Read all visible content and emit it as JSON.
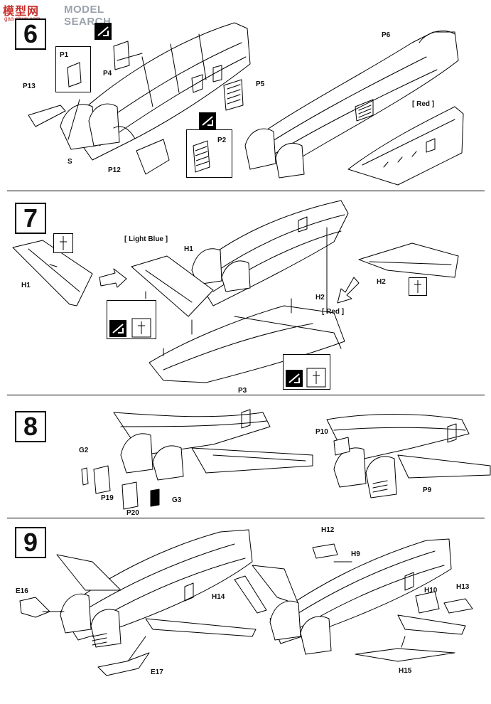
{
  "watermark": {
    "logo": "模型网",
    "text": "MODEL SEARCH",
    "url": "gaa-shun.com"
  },
  "steps": [
    {
      "number": "6",
      "labels": {
        "p1": "P1",
        "p4": "P4",
        "p13": "P13",
        "p5": "P5",
        "s": "S",
        "p12": "P12",
        "p2": "P2",
        "p6": "P6",
        "red": "[ Red ]"
      }
    },
    {
      "number": "7",
      "labels": {
        "h1_left": "H1",
        "light_blue": "[ Light Blue ]",
        "h1": "H1",
        "h2_mid": "H2",
        "red": "[ Red ]",
        "h2_right": "H2",
        "p3": "P3"
      }
    },
    {
      "number": "8",
      "labels": {
        "g2": "G2",
        "p19": "P19",
        "p20": "P20",
        "g3": "G3",
        "p10": "P10",
        "p9": "P9"
      }
    },
    {
      "number": "9",
      "labels": {
        "e16": "E16",
        "e17": "E17",
        "h12": "H12",
        "h9": "H9",
        "h14": "H14",
        "h10": "H10",
        "h13": "H13",
        "h15": "H15"
      }
    }
  ]
}
